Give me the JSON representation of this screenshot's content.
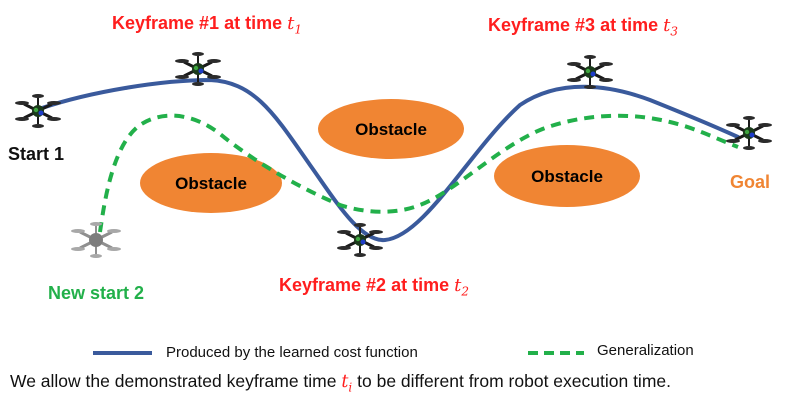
{
  "labels": {
    "keyframe1": "Keyframe #1 at time",
    "keyframe1_t": "t",
    "keyframe1_sub": "1",
    "keyframe2": "Keyframe #2 at time",
    "keyframe2_t": "t",
    "keyframe2_sub": "2",
    "keyframe3": "Keyframe #3 at time",
    "keyframe3_t": "t",
    "keyframe3_sub": "3",
    "start1": "Start 1",
    "new_start2": "New start 2",
    "goal": "Goal"
  },
  "obstacles": [
    "Obstacle",
    "Obstacle",
    "Obstacle"
  ],
  "legend": {
    "learned": "Produced by the learned cost function",
    "generalization": "Generalization"
  },
  "caption": {
    "before": "We allow the demonstrated keyframe time",
    "var": "t",
    "sub": "i",
    "after": "to be different from robot execution time."
  },
  "colors": {
    "learned_path": "#3a5a9c",
    "generalization_path": "#22b04a",
    "obstacle": "#f08533",
    "keyframe_text": "#ff1e1e",
    "start2_text": "#22b04a",
    "goal_text": "#f08533",
    "drone_body": "#1a1a1a",
    "drone_ghost": "#9a9a9a"
  }
}
